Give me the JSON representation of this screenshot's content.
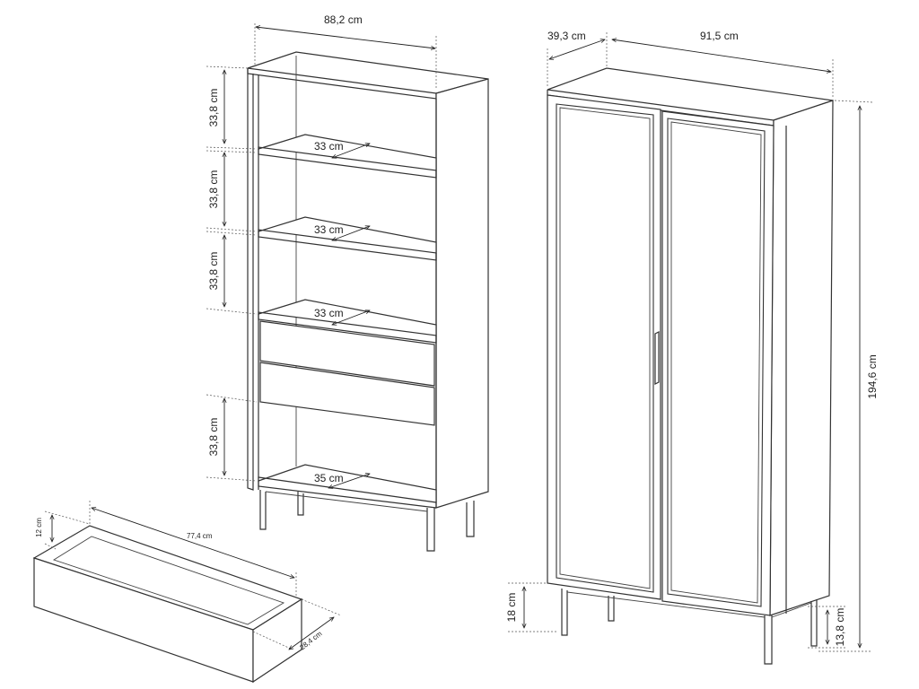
{
  "labels": {
    "shelf_width": "88,2 cm",
    "shelf_height_1": "33,8 cm",
    "shelf_height_2": "33,8 cm",
    "shelf_height_3": "33,8 cm",
    "shelf_height_4": "33,8 cm",
    "shelf_depth_1": "33 cm",
    "shelf_depth_2": "33 cm",
    "shelf_depth_3": "33 cm",
    "shelf_depth_4": "35 cm",
    "cabinet_depth": "39,3 cm",
    "cabinet_width": "91,5 cm",
    "cabinet_height": "194,6 cm",
    "leg_height": "18 cm",
    "base_clearance": "13,8 cm",
    "drawer_height": "12 cm",
    "drawer_length": "77,4 cm",
    "drawer_depth": "28,4 cm"
  }
}
